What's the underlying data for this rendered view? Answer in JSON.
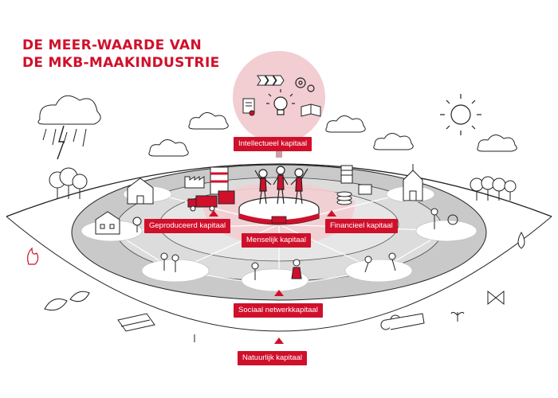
{
  "title": {
    "line1": "DE MEER-WAARDE VAN",
    "line2": "DE MKB-MAAKINDUSTRIE"
  },
  "capitals": {
    "intellectueel": "Intellectueel kapitaal",
    "geproduceerd": "Geproduceerd kapitaal",
    "menselijk": "Menselijk kapitaal",
    "financieel": "Financieel kapitaal",
    "sociaal": "Sociaal netwerkkapitaal",
    "natuurlijk": "Natuurlijk kapitaal"
  },
  "colors": {
    "accent": "#d0102b",
    "light_pink": "#f2cdd2",
    "ring_grey": "#c9c9c9",
    "inner_grey": "#dedede",
    "ink": "#222222"
  },
  "icons": [
    "rain-cloud-icon",
    "lightning-icon",
    "sun-icon",
    "cloud-icon",
    "tree-icon",
    "factory-icon",
    "truck-icon",
    "house-icon",
    "church-icon",
    "bank-icon",
    "coin-stack-icon",
    "people-icon",
    "lightbulb-icon",
    "gear-icon",
    "book-icon",
    "document-icon",
    "arrows-icon",
    "fire-icon",
    "water-drop-icon",
    "leaf-icon",
    "butterfly-icon",
    "wood-log-icon",
    "plant-icon"
  ]
}
